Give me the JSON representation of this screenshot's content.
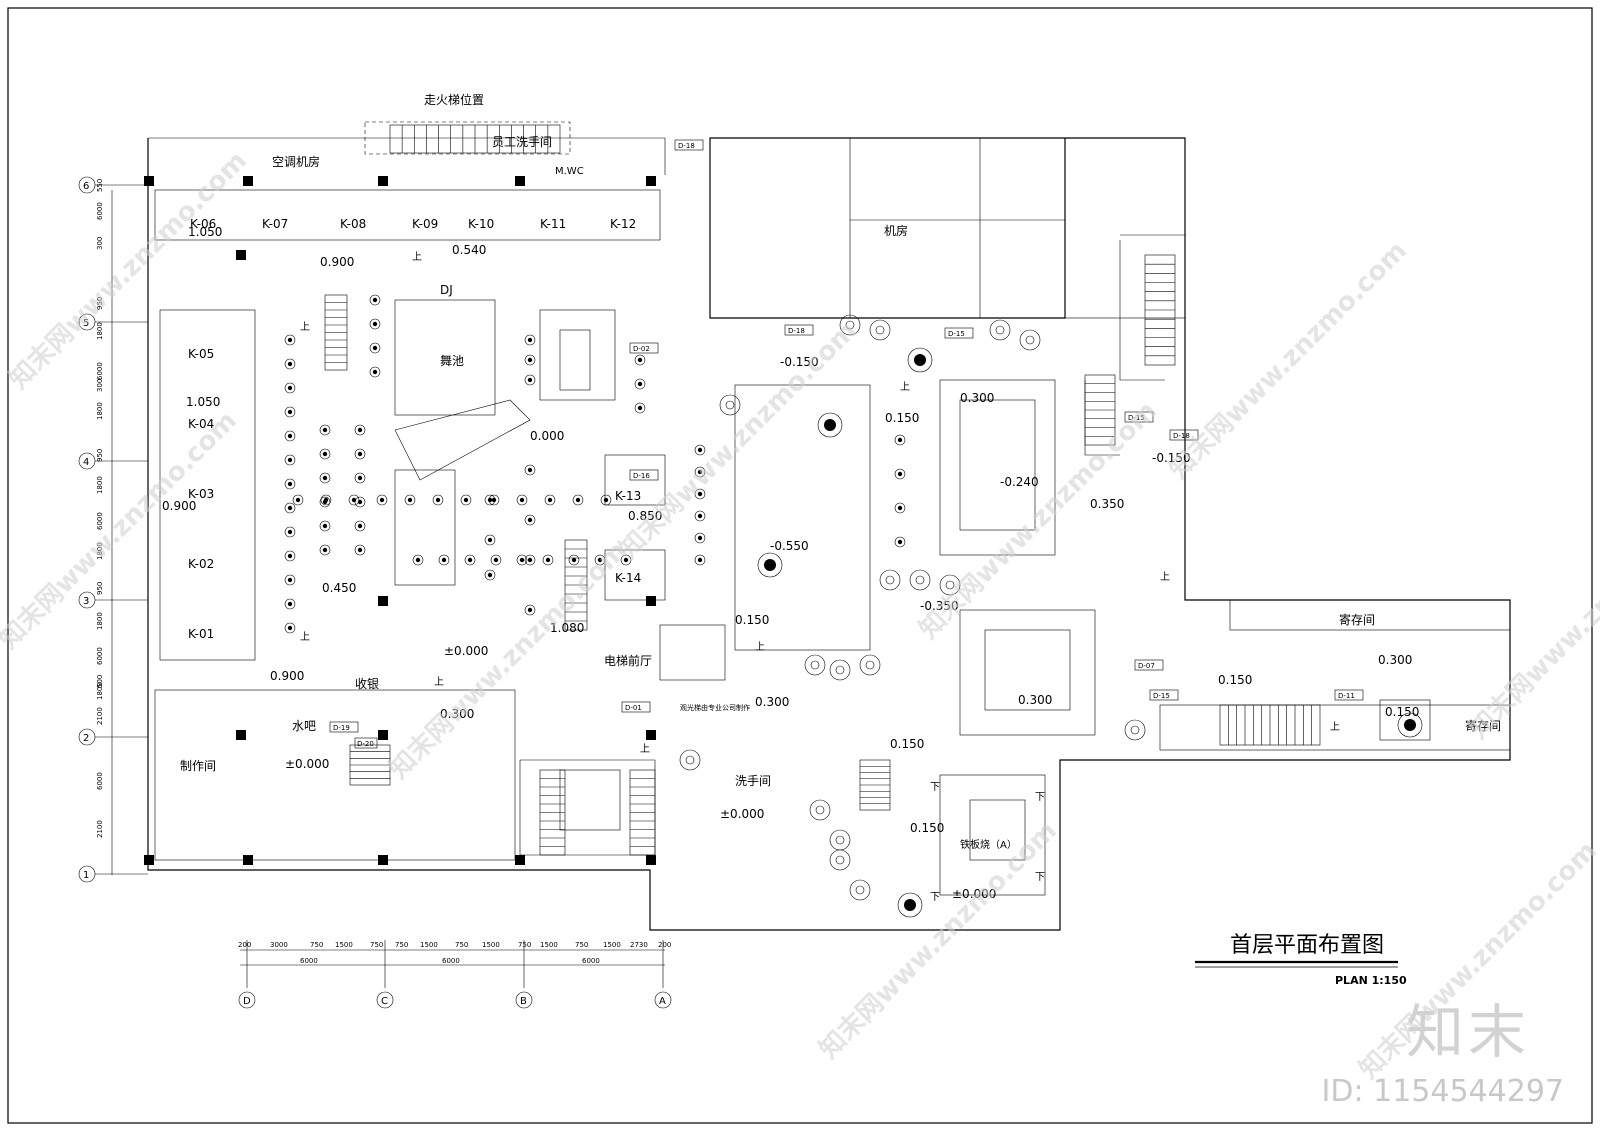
{
  "drawing": {
    "title": "首层平面布置图",
    "scale": "PLAN  1:150"
  },
  "rooms": {
    "fire_stair": "走火梯位置",
    "staff_wash": "员工洗手间",
    "mwc": "M.WC",
    "aircon": "空调机房",
    "machine": "机房",
    "dj": "DJ",
    "dance": "舞池",
    "cashier": "收银",
    "water_bar": "水吧",
    "production": "制作间",
    "elevator_hall": "电梯前厅",
    "washroom": "洗手间",
    "teppanyaki": "铁板烧（A）",
    "storage_1": "寄存间",
    "storage_2": "寄存间",
    "elevator_note": "观光梯由专业公司制作"
  },
  "booths": [
    "K-05",
    "K-04",
    "K-03",
    "K-02",
    "K-01",
    "K-06",
    "K-07",
    "K-08",
    "K-09",
    "K-10",
    "K-11",
    "K-12",
    "K-13",
    "K-14"
  ],
  "levels": [
    "1.050",
    "0.900",
    "0.540",
    "1.050",
    "0.900",
    "0.450",
    "0.900",
    "±0.000",
    "0.300",
    "±0.000",
    "0.000",
    "1.080",
    "0.850",
    "0.150",
    "0.300",
    "-0.150",
    "-0.550",
    "0.150",
    "0.300",
    "-0.240",
    "0.350",
    "-0.150",
    "-0.350",
    "0.300",
    "0.150",
    "0.300",
    "0.150",
    "0.150",
    "±0.000",
    "0.150",
    "±0.000"
  ],
  "axes_rows": [
    "6",
    "5",
    "4",
    "3",
    "2",
    "1"
  ],
  "axes_cols": [
    "D",
    "C",
    "B",
    "A"
  ],
  "dims_left": [
    "550",
    "6000",
    "300",
    "950",
    "1800",
    "6000",
    "300",
    "1800",
    "950",
    "1800",
    "6000",
    "1800",
    "950",
    "1800",
    "6000",
    "500",
    "1800",
    "2100",
    "6000",
    "2100"
  ],
  "dims_bottom": [
    "200",
    "3000",
    "750",
    "1500",
    "750",
    "750",
    "1500",
    "750",
    "1500",
    "750",
    "1500",
    "750",
    "1500",
    "2730",
    "200"
  ],
  "dims_bottom_total": [
    "6000",
    "6000",
    "6000"
  ],
  "up_mark": "上",
  "down_mark": "下",
  "tags": [
    "D-18",
    "D-02",
    "D-18",
    "D-15",
    "D-15",
    "D-16",
    "D-18",
    "D-01",
    "D-19",
    "D-20",
    "D-07",
    "D-15",
    "D-11"
  ],
  "watermark": {
    "text": "知末网www.znzmo.com",
    "brand": "知末",
    "id": "ID: 1154544297"
  }
}
